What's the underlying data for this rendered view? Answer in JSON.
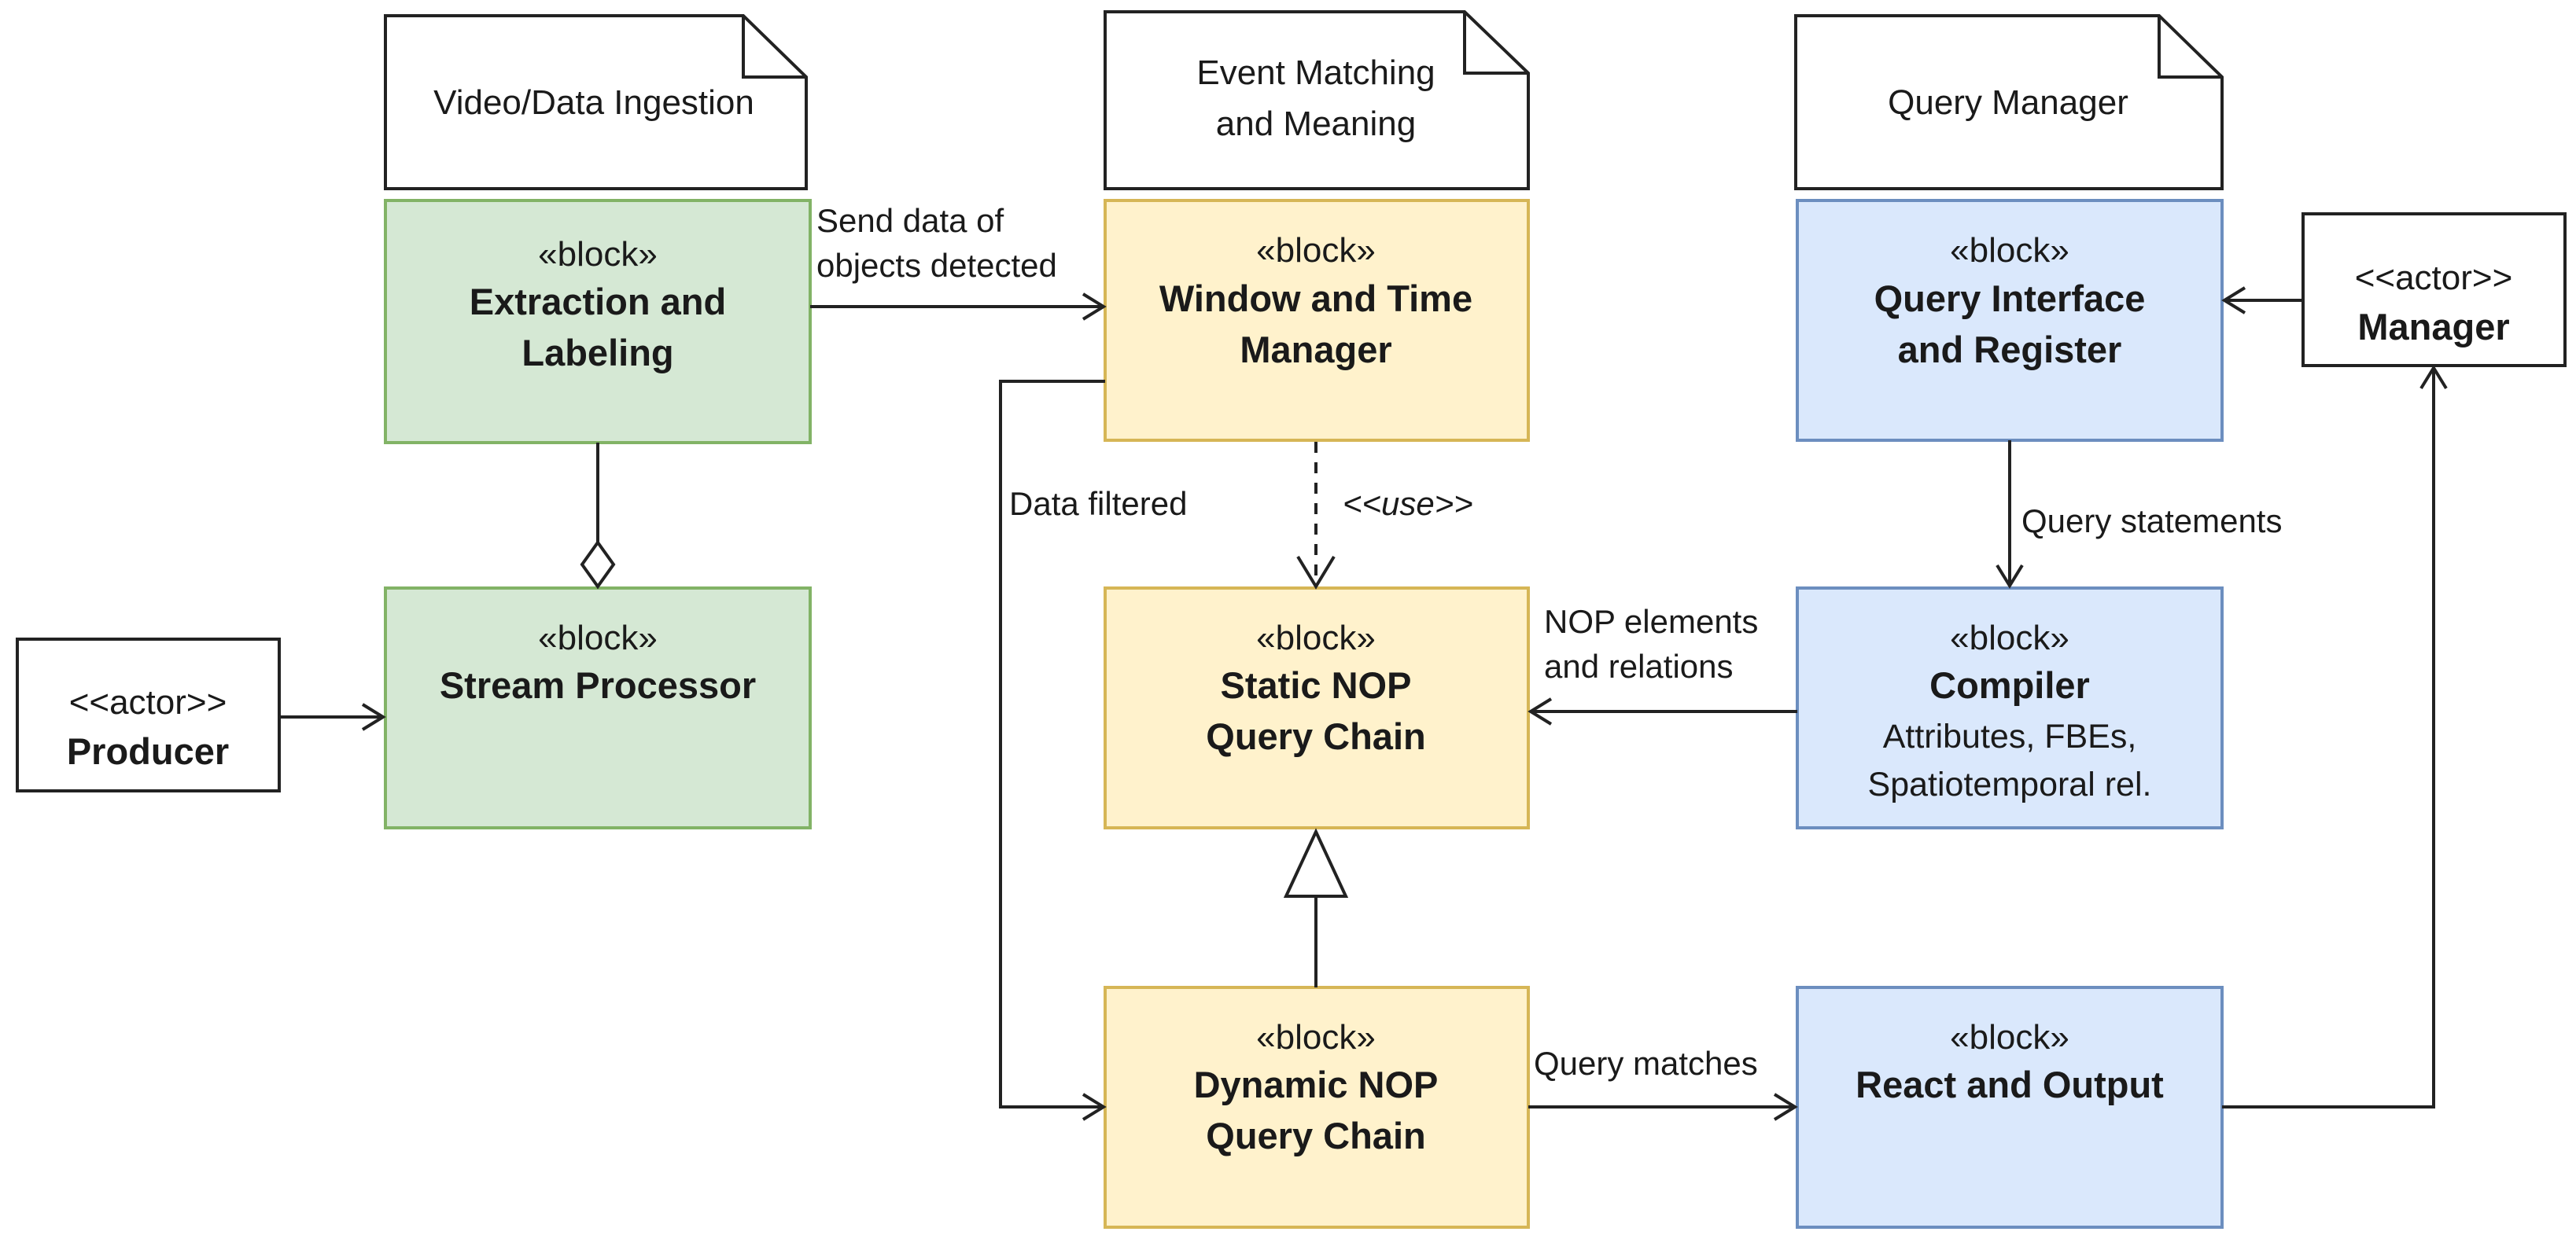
{
  "colors": {
    "green_fill": "#d5e8d4",
    "green_stroke": "#82b366",
    "yellow_fill": "#fff2cc",
    "yellow_stroke": "#d6b656",
    "blue_fill": "#dae8fc",
    "blue_stroke": "#6c8ebf",
    "line": "#222222"
  },
  "notes": {
    "ingestion": "Video/Data Ingestion",
    "matching_line1": "Event Matching",
    "matching_line2": "and Meaning",
    "query_manager": "Query Manager"
  },
  "blocks": {
    "extraction": {
      "stereotype": "«block»",
      "name_line1": "Extraction and",
      "name_line2": "Labeling"
    },
    "stream_processor": {
      "stereotype": "«block»",
      "name_line1": "Stream Processor"
    },
    "window_time": {
      "stereotype": "«block»",
      "name_line1": "Window and Time",
      "name_line2": "Manager"
    },
    "static_nop": {
      "stereotype": "«block»",
      "name_line1": "Static NOP",
      "name_line2": "Query Chain"
    },
    "dynamic_nop": {
      "stereotype": "«block»",
      "name_line1": "Dynamic NOP",
      "name_line2": "Query Chain"
    },
    "query_interface": {
      "stereotype": "«block»",
      "name_line1": "Query Interface",
      "name_line2": "and Register"
    },
    "compiler": {
      "stereotype": "«block»",
      "name_line1": "Compiler",
      "detail_line1": "Attributes, FBEs,",
      "detail_line2": "Spatiotemporal rel."
    },
    "react_output": {
      "stereotype": "«block»",
      "name_line1": "React and Output"
    }
  },
  "actors": {
    "producer": {
      "stereotype": "<<actor>>",
      "name": "Producer"
    },
    "manager": {
      "stereotype": "<<actor>>",
      "name": "Manager"
    }
  },
  "edges": {
    "send_data_line1": "Send data of",
    "send_data_line2": "objects detected",
    "data_filtered": "Data filtered",
    "use": "<<use>>",
    "query_statements": "Query statements",
    "nop_elements_line1": "NOP elements",
    "nop_elements_line2": "and relations",
    "query_matches": "Query matches"
  }
}
